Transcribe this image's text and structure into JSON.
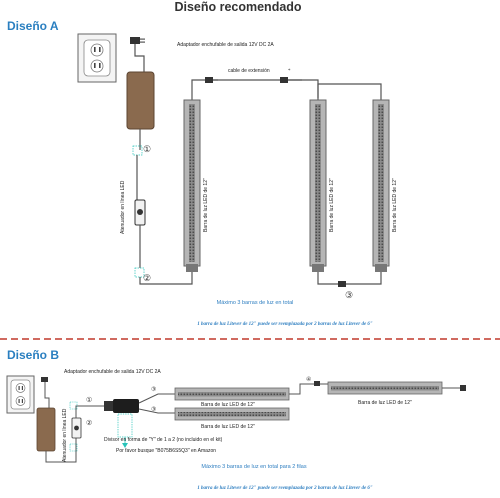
{
  "title": "Diseño recomendado",
  "design_a": {
    "heading": "Diseño A",
    "adapter_label": "Adaptador enchufable de salida 12V DC 2A",
    "extension_label": "cable de extensión",
    "dimmer_label": "Atenuador en línea LED",
    "bar_label": "Barra de luz LED de 12\"",
    "max_note": "Máximo 3 barras de luz en total",
    "replace_note": "1 barra de luz Litever de 12\" puede ser reemplazada por 2 barras de luz Litever de 6\"",
    "markers": [
      "①",
      "②",
      "③"
    ]
  },
  "design_b": {
    "heading": "Diseño B",
    "adapter_label": "Adaptador enchufable de salida 12V DC 2A",
    "dimmer_label": "Atenuador en línea LED",
    "bar_label_top": "Barra de luz LED de 12\"",
    "bar_label_bottom": "Barra de luz LED de 12\"",
    "bar_label_right": "Barra de luz LED de 12\"",
    "splitter_line1": "Divisor en forma de \"Y\" de 1 a 2 (no incluido en el kit)",
    "splitter_line2": "Por favor busque \"B075B6S5Q3\" en Amazon",
    "max_note": "Máximo 3 barras de luz en total para 2 filas",
    "replace_note": "1 barra de luz Litever de 12\" puede ser reemplazada por 2 barras de luz Litever de 6\"",
    "markers": [
      "①",
      "②",
      "③",
      "④"
    ]
  },
  "colors": {
    "heading_blue": "#2a7fc0",
    "note_blue": "#2f7fc1",
    "adapter_brown": "#8a6a4e",
    "bar_gray": "#a8a8a8",
    "led_dark": "#6f6f6f",
    "dash_red": "#c0392b",
    "teal": "#27c3b9"
  },
  "icons": [
    "wall-outlet-icon",
    "plug-icon",
    "power-adapter-icon",
    "inline-dimmer-icon",
    "y-splitter-icon",
    "led-light-bar-icon",
    "dc-connector-icon"
  ]
}
